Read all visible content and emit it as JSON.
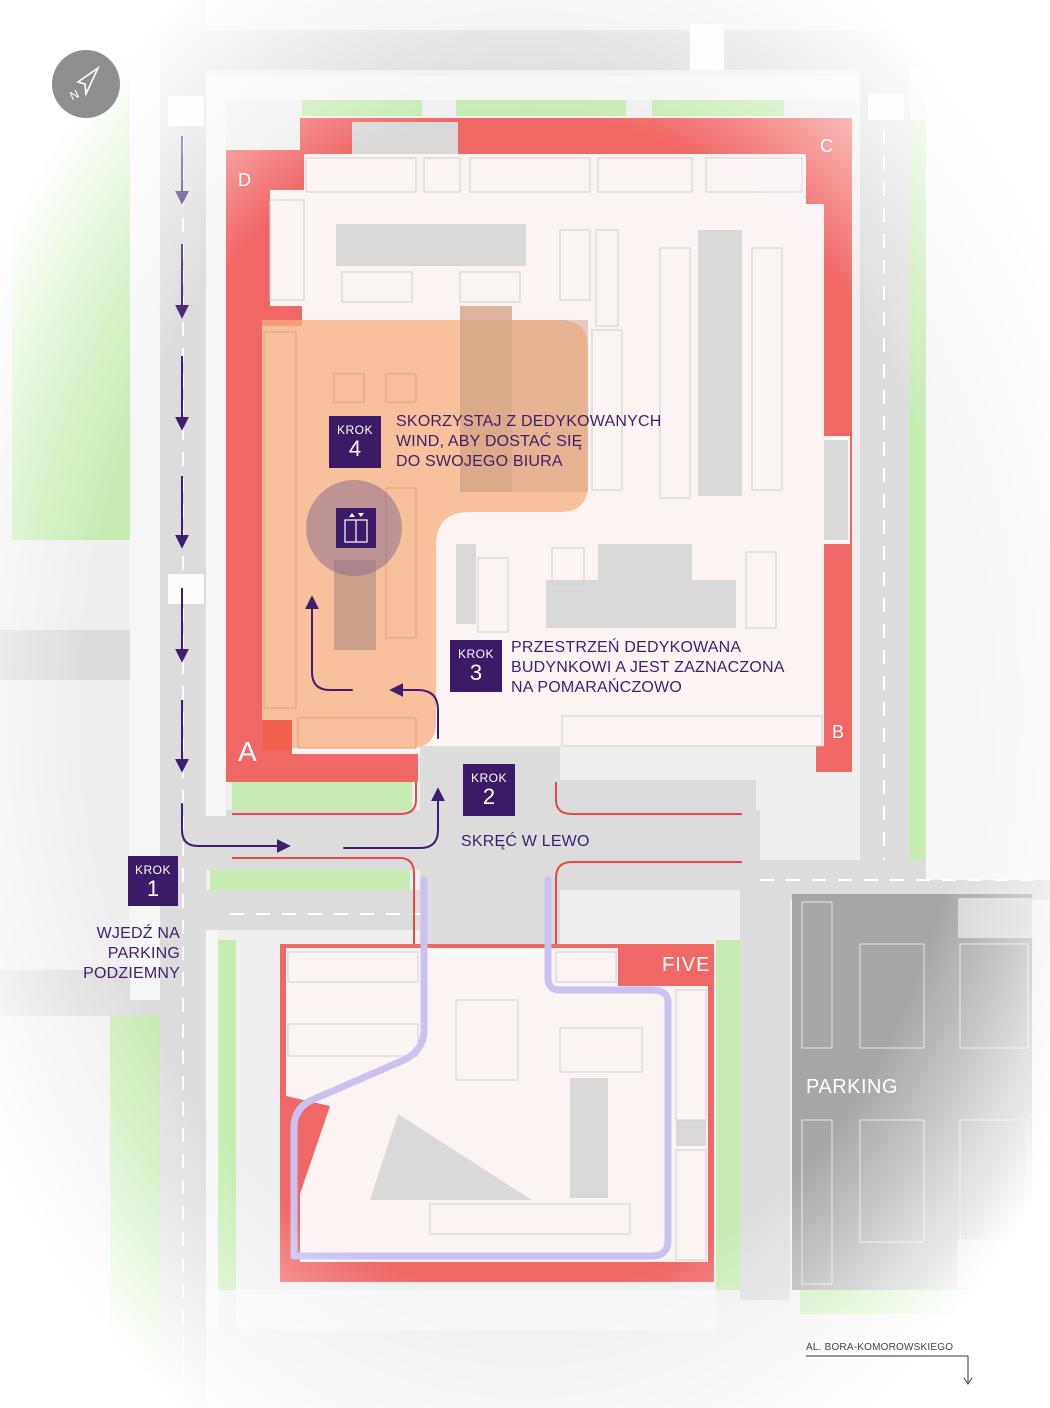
{
  "compass": {
    "label": "N"
  },
  "steps": [
    {
      "badge": "KROK",
      "number": "1",
      "lines": [
        "WJEDŹ NA",
        "PARKING",
        "PODZIEMNY"
      ]
    },
    {
      "badge": "KROK",
      "number": "2",
      "lines": [
        "SKRĘĆ W LEWO"
      ]
    },
    {
      "badge": "KROK",
      "number": "3",
      "lines": [
        "PRZESTRZEŃ DEDYKOWANA",
        "BUDYNKOWI A JEST ZAZNACZONA",
        "NA POMARAŃCZOWO"
      ]
    },
    {
      "badge": "KROK",
      "number": "4",
      "lines": [
        "SKORZYSTAJ Z DEDYKOWANYCH",
        "WIND, ABY DOSTAĆ SIĘ",
        "DO SWOJEGO BIURA"
      ]
    }
  ],
  "building_corners": [
    "A",
    "B",
    "C",
    "D"
  ],
  "building_five": {
    "label": "FIVE"
  },
  "parking": {
    "label": "PARKING"
  },
  "street": {
    "label": "AL. BORA-KOMOROWSKIEGO"
  },
  "colors": {
    "building_red": "#f06866",
    "highlight_orange": "#f7b07f",
    "step_purple": "#3b1b68",
    "route_purple": "#3e1f6e",
    "lavender_path": "#c9c2f0",
    "green": "#bfe8a8",
    "road": "#d9d9d9",
    "interior": "#fcf3f3"
  }
}
